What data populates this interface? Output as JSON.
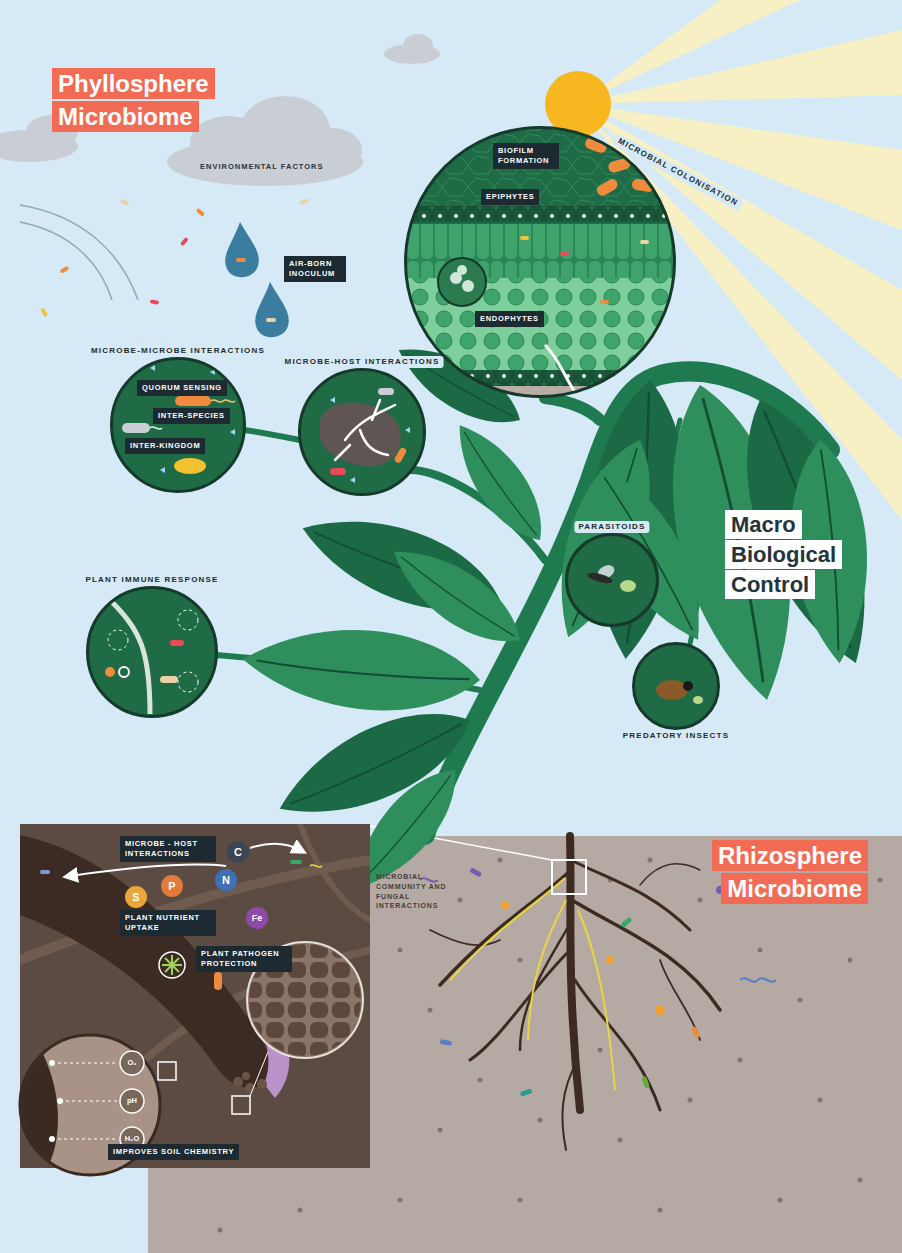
{
  "diagram": {
    "nodes": [
      {
        "text": [
          "Phyllosphere Microbiome"
        ]
      },
      {
        "text": [
          "MICROBIAL COLONISATION"
        ]
      },
      {
        "text": [
          "BIOFILM FORMATION"
        ],
        "in": 1
      },
      {
        "text": [
          "EPIPHYTES"
        ],
        "in": 1
      },
      {
        "text": [
          "ENDOPHYTES"
        ],
        "in": 1
      },
      {
        "text": [
          "AIR-BORN INOCULUM"
        ]
      },
      {
        "text": [
          "MICROBE-MICROBE INTERACTIONS"
        ]
      },
      {
        "text": [
          "QUORUM SENSING"
        ],
        "in": 6
      },
      {
        "text": [
          "INTER-SPECIES"
        ],
        "in": 6
      },
      {
        "text": [
          "INTER-KINGDOM"
        ],
        "in": 6
      },
      {
        "text": [
          "MICROBE-HOST INTERACTIONS"
        ]
      },
      {
        "text": [
          "PLANT IMMUNE RESPONSE"
        ]
      },
      {
        "text": [
          "Macro Biological Control"
        ]
      },
      {
        "text": [
          "PARASITOIDS"
        ]
      },
      {
        "text": [
          "PREDATORY INSECTS"
        ]
      },
      {
        "text": [
          "Rhizosphere Microbiome"
        ]
      },
      {
        "text": [
          "MICROBE - HOST INTERACTIONS"
        ]
      },
      {
        "text": [
          "C"
        ]
      },
      {
        "text": [
          "N"
        ]
      },
      {
        "text": [
          "S"
        ]
      },
      {
        "text": [
          "P"
        ]
      },
      {
        "text": [
          "Fe"
        ]
      },
      {
        "text": [
          "PLANT NUTRIENT UPTAKE"
        ]
      },
      {
        "text": [
          "PLANT PATHOGEN PROTECTION"
        ]
      },
      {
        "text": [
          "IMPROVES SOIL CHEMISTRY"
        ]
      }
    ],
    "labels": [
      "ENVIRONMENTAL FACTORS",
      "MICROBIAL COMMUNITY AND FUNGAL INTERACTIONS",
      "O₂",
      "pH",
      "H₂O"
    ]
  }
}
